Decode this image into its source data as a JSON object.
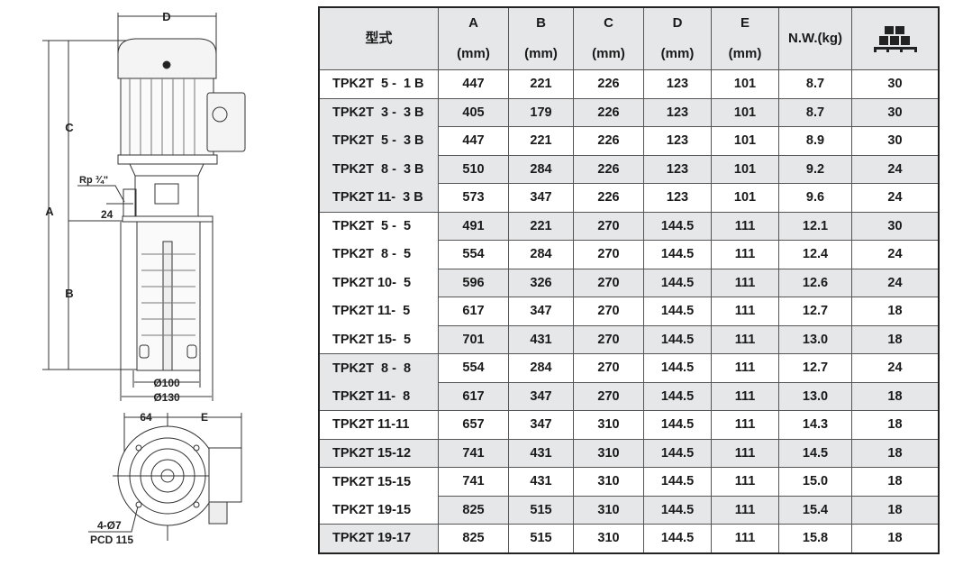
{
  "drawing": {
    "labels": {
      "D": "D",
      "C": "C",
      "A": "A",
      "B": "B",
      "rp": "Rp ¾\"",
      "d24": "24",
      "d100": "Ø100",
      "d130": "Ø130",
      "d64": "64",
      "E": "E",
      "holes": "4-Ø7",
      "pcd": "PCD 115"
    }
  },
  "table": {
    "headers": [
      {
        "top": "型式",
        "bottom": ""
      },
      {
        "top": "A",
        "bottom": "(mm)"
      },
      {
        "top": "B",
        "bottom": "(mm)"
      },
      {
        "top": "C",
        "bottom": "(mm)"
      },
      {
        "top": "D",
        "bottom": "(mm)"
      },
      {
        "top": "E",
        "bottom": "(mm)"
      },
      {
        "top": "N.W.(kg)",
        "bottom": ""
      }
    ],
    "pallet_icon": "pallet-boxes-icon",
    "rows": [
      [
        "TPK2T  5 -  1 B",
        "447",
        "221",
        "226",
        "123",
        "101",
        "8.7",
        "30"
      ],
      [
        "TPK2T  3 -  3 B",
        "405",
        "179",
        "226",
        "123",
        "101",
        "8.7",
        "30"
      ],
      [
        "TPK2T  5 -  3 B",
        "447",
        "221",
        "226",
        "123",
        "101",
        "8.9",
        "30"
      ],
      [
        "TPK2T  8 -  3 B",
        "510",
        "284",
        "226",
        "123",
        "101",
        "9.2",
        "24"
      ],
      [
        "TPK2T 11-  3 B",
        "573",
        "347",
        "226",
        "123",
        "101",
        "9.6",
        "24"
      ],
      [
        "TPK2T  5 -  5",
        "491",
        "221",
        "270",
        "144.5",
        "111",
        "12.1",
        "30"
      ],
      [
        "TPK2T  8 -  5",
        "554",
        "284",
        "270",
        "144.5",
        "111",
        "12.4",
        "24"
      ],
      [
        "TPK2T 10-  5",
        "596",
        "326",
        "270",
        "144.5",
        "111",
        "12.6",
        "24"
      ],
      [
        "TPK2T 11-  5",
        "617",
        "347",
        "270",
        "144.5",
        "111",
        "12.7",
        "18"
      ],
      [
        "TPK2T 15-  5",
        "701",
        "431",
        "270",
        "144.5",
        "111",
        "13.0",
        "18"
      ],
      [
        "TPK2T  8 -  8",
        "554",
        "284",
        "270",
        "144.5",
        "111",
        "12.7",
        "24"
      ],
      [
        "TPK2T 11-  8",
        "617",
        "347",
        "270",
        "144.5",
        "111",
        "13.0",
        "18"
      ],
      [
        "TPK2T 11-11",
        "657",
        "347",
        "310",
        "144.5",
        "111",
        "14.3",
        "18"
      ],
      [
        "TPK2T 15-12",
        "741",
        "431",
        "310",
        "144.5",
        "111",
        "14.5",
        "18"
      ],
      [
        "TPK2T 15-15",
        "741",
        "431",
        "310",
        "144.5",
        "111",
        "15.0",
        "18"
      ],
      [
        "TPK2T 19-15",
        "825",
        "515",
        "310",
        "144.5",
        "111",
        "15.4",
        "18"
      ],
      [
        "TPK2T 19-17",
        "825",
        "515",
        "310",
        "144.5",
        "111",
        "15.8",
        "18"
      ]
    ],
    "groups": [
      [
        0,
        1,
        "w"
      ],
      [
        1,
        5,
        "g"
      ],
      [
        5,
        10,
        "w"
      ],
      [
        10,
        12,
        "g"
      ],
      [
        12,
        13,
        "w"
      ],
      [
        13,
        14,
        "g"
      ],
      [
        14,
        16,
        "w"
      ],
      [
        16,
        17,
        "g"
      ]
    ]
  }
}
